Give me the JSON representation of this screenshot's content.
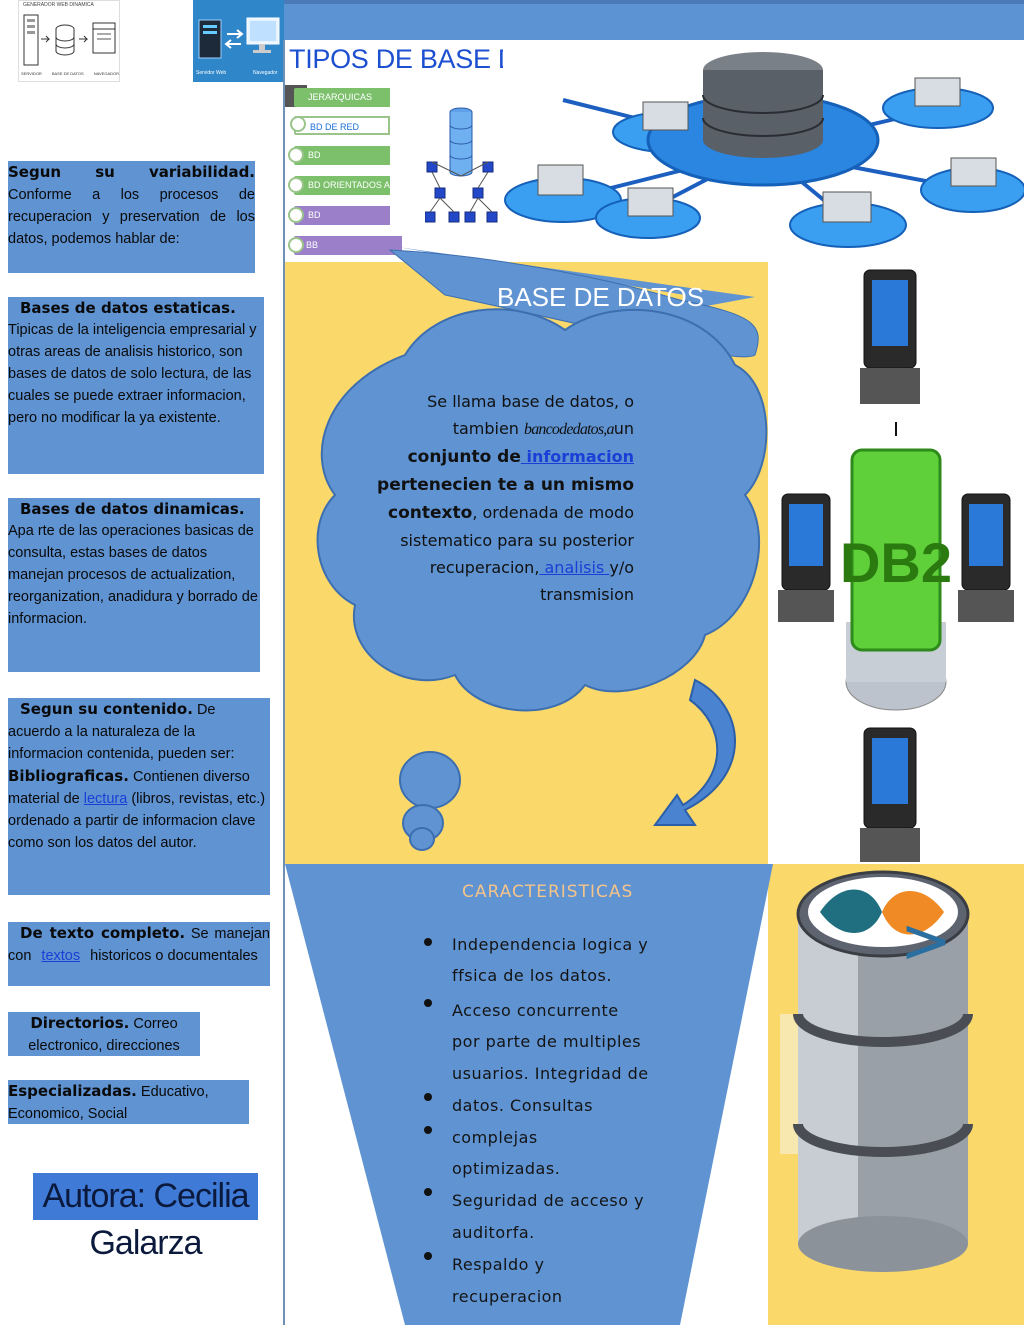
{
  "header": {
    "title": "TIPOS DE BASE DE DATOS",
    "logo_caption": "GENERADOR WEB DINAMICA",
    "logo_labels": [
      "SERVIDOR",
      "BASE DE DATOS",
      "NAVEGADOR"
    ],
    "logo2_labels": [
      "Servidor Web",
      "Navegador"
    ]
  },
  "types_diagram": {
    "items": [
      "JERARQUICAS",
      "BD DE RED",
      "BD RELACIONALES",
      "BD ORIENTADOS A OBJETOS",
      "BD DOCUMENTALES",
      "BB TRANSACCIONALES"
    ]
  },
  "left": {
    "variabilidad": {
      "heading": "Segun su variabilidad.",
      "text": "Conforme a los procesos de recuperacion y preservation de los datos, podemos hablar de:"
    },
    "estaticas": {
      "heading": "Bases de datos estaticas.",
      "text": "Tipicas de la inteligencia empresarial y otras areas de analisis historico, son bases de datos de solo lectura, de las cuales se puede extraer informacion, pero no modificar la ya existente."
    },
    "dinamicas": {
      "heading": "Bases de datos dinamicas.",
      "text": "Apa rte de las operaciones basicas de consulta, estas bases de datos manejan procesos de actualization, reorganization, anadidura y borrado de informacion."
    },
    "contenido": {
      "heading": "Segun su contenido.",
      "text1": "De acuerdo a la naturaleza de la informacion contenida, pueden ser:",
      "sub": "Bibliograficas.",
      "text2": "Contienen diverso material de",
      "link": "lectura",
      "text3": "(libros, revistas, etc.) ordenado a partir de informacion clave como son los datos del autor."
    },
    "texto_completo": {
      "heading": "De texto completo.",
      "text1": "Se manejan con",
      "link": "textos",
      "text2": "historicos o documentales"
    },
    "directorios": {
      "heading": "Directorios.",
      "text": "Correo electronico, direcciones"
    },
    "especializadas": {
      "heading": "Especializadas.",
      "text": "Educativo, Economico, Social"
    },
    "autora": "Autora: Cecilia Galarza"
  },
  "definition": {
    "title": "BASE DE DATOS",
    "p1": "Se llama base de datos, o",
    "p2": "tambien",
    "p2_italic": "bancodedatos,a",
    "p2_end": "un",
    "bold1": "conjunto de",
    "link1": " informacion",
    "bold2": "pertenecien te a un mismo",
    "bold3": "contexto",
    "p3": ", ordenada de modo",
    "p4": "sistematico para su posterior",
    "p5": "recuperacion,",
    "link2": " analisis ",
    "p5_end": "y/o",
    "p6": "transmision"
  },
  "caracteristicas": {
    "title": "CARACTERISTICAS",
    "lines": [
      "Independencia logica y",
      "ffsica de los datos.",
      "Acceso concurrente",
      "por parte de multiples",
      "usuarios. Integridad de",
      "datos. Consultas",
      "complejas",
      "optimizadas.",
      "Seguridad de acceso y",
      "auditorfa.",
      "Respaldo y",
      "recuperacion"
    ]
  },
  "db2_label": "DB2",
  "arrow_glyph": ">",
  "colors": {
    "blue_box": "#5f93d2",
    "title_blue": "#1d4fd1",
    "yellow_bg": "#fbd86a",
    "green_db2": "#5fd03a",
    "orange_title": "#f4c48a"
  }
}
